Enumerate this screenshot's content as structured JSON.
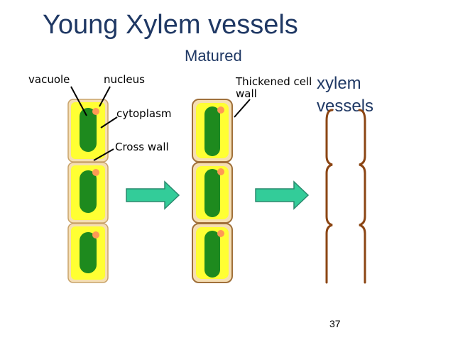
{
  "title": "Young Xylem vessels",
  "subtitle": "Matured",
  "right_label": {
    "line1": "xylem",
    "line2": "vessels"
  },
  "labels": {
    "vacuole": "vacuole",
    "nucleus": "nucleus",
    "cytoplasm": "cytoplasm",
    "cross_wall": "Cross wall",
    "thickened_line1": "Thickened cell",
    "thickened_line2": "wall"
  },
  "page_number": "37",
  "colors": {
    "title": "#1f3864",
    "cell_wall": "#f5deb3",
    "cytoplasm": "#ffff33",
    "vacuole": "#1e8a1e",
    "nucleus": "#ff9955",
    "arrow_fill": "#33cc99",
    "vessel_wall": "#8b4513"
  },
  "icons": [
    "right-arrow-icon",
    "right-arrow-icon"
  ]
}
